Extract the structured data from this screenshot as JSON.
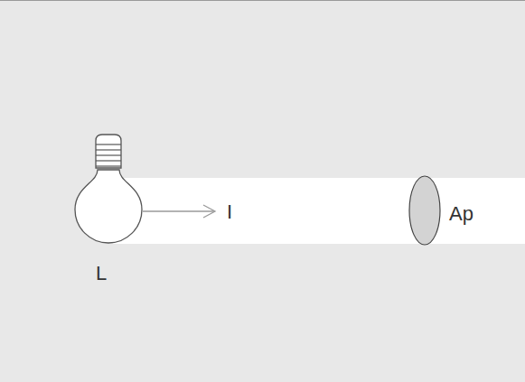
{
  "diagram": {
    "labels": [
      "L",
      "I",
      "Ap"
    ]
  }
}
